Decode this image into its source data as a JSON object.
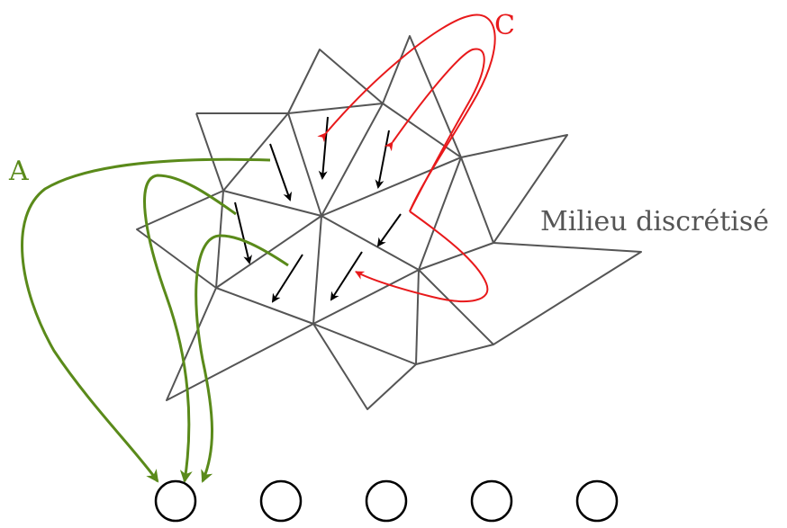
{
  "labels": {
    "a": "A",
    "c": "C",
    "medium": "Milieu discrétisé"
  },
  "colors": {
    "a_arrows": "#5a8a1a",
    "c_arrows": "#e8191b",
    "field_arrows": "#000000",
    "mesh": "#555555"
  },
  "receiver_count": 5
}
